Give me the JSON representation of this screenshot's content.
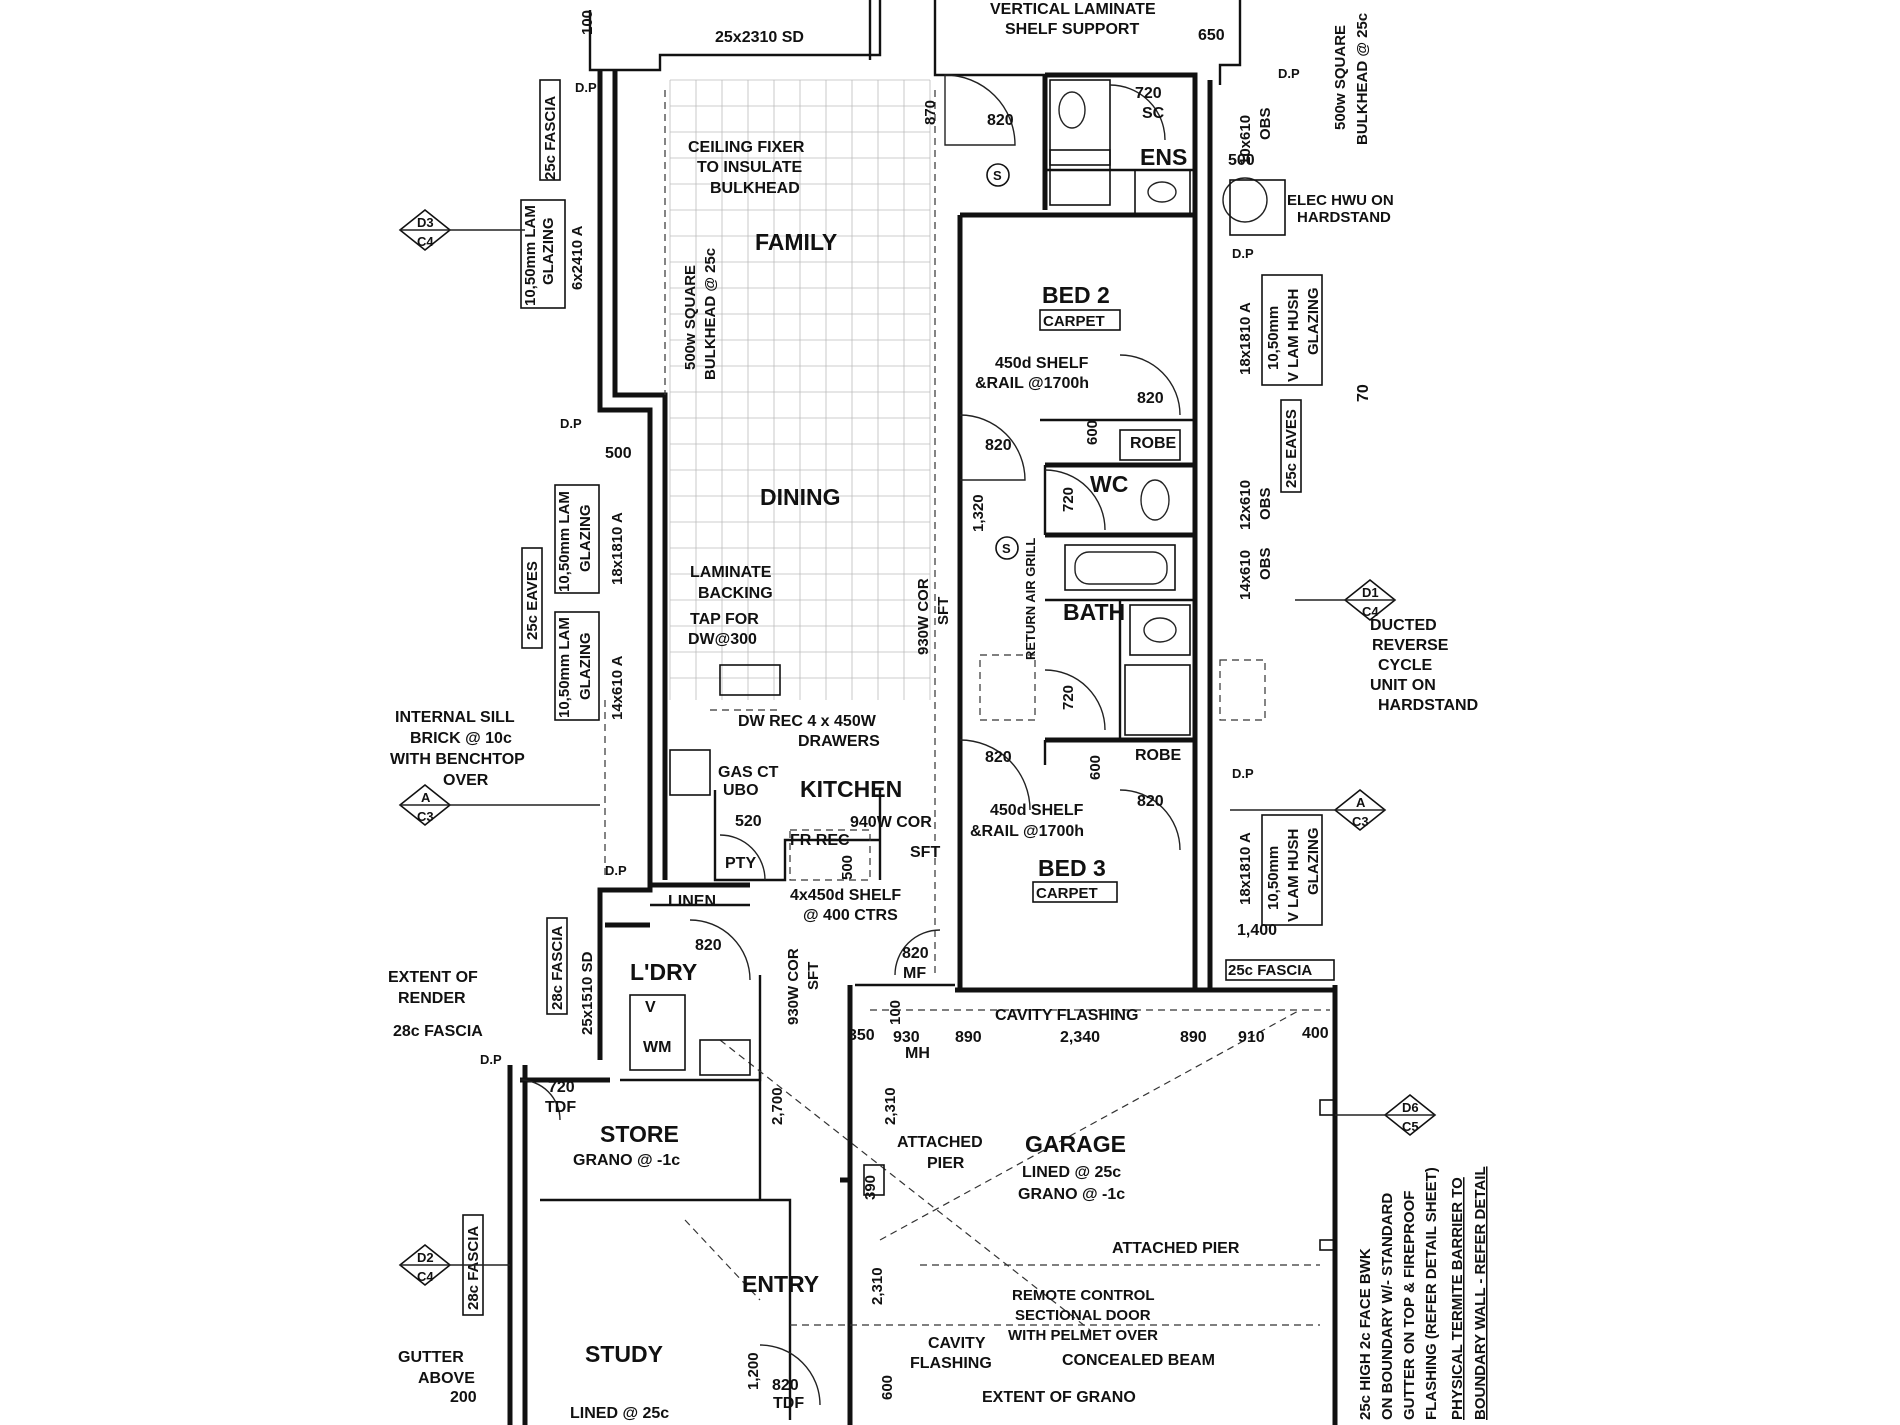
{
  "rooms": {
    "family": "FAMILY",
    "dining": "DINING",
    "kitchen": "KITCHEN",
    "bed2": "BED 2",
    "bed3": "BED 3",
    "ens": "ENS",
    "wc": "WC",
    "bath": "BATH",
    "laundry": "L'DRY",
    "store": "STORE",
    "garage": "GARAGE",
    "entry": "ENTRY",
    "study": "STUDY",
    "linen": "LINEN",
    "pty": "PTY",
    "robe1": "ROBE",
    "robe2": "ROBE"
  },
  "finishes": {
    "bed2_carpet": "CARPET",
    "bed3_carpet": "CARPET",
    "store_grano": "GRANO @ -1c",
    "garage_lined": "LINED @ 25c",
    "garage_grano": "GRANO @ -1c",
    "study_lined": "LINED @ 25c"
  },
  "notes": {
    "sd_top": "25x2310 SD",
    "vert_lam_1": "VERTICAL LAMINATE",
    "vert_lam_2": "SHELF SUPPORT",
    "ceiling_1": "CEILING FIXER",
    "ceiling_2": "TO INSULATE",
    "ceiling_3": "BULKHEAD",
    "bulkhead_left_1": "500w SQUARE",
    "bulkhead_left_2": "BULKHEAD @ 25c",
    "bulkhead_right_1": "500w SQUARE",
    "bulkhead_right_2": "BULKHEAD @ 25c",
    "elec_hwu_1": "ELEC HWU ON",
    "elec_hwu_2": "HARDSTAND",
    "shelf_rail_b2_1": "450d SHELF",
    "shelf_rail_b2_2": "&RAIL @1700h",
    "shelf_rail_b3_1": "450d SHELF",
    "shelf_rail_b3_2": "&RAIL @1700h",
    "laminate_1": "LAMINATE",
    "laminate_2": "BACKING",
    "tap_1": "TAP FOR",
    "tap_2": "DW@300",
    "dw_rec": "DW REC 4 x 450W",
    "drawers": "DRAWERS",
    "gas_ct": "GAS CT",
    "ubo": "UBO",
    "fr_rec": "FR REC",
    "cor_940_1": "940W COR",
    "cor_940_2": "SFT",
    "cor_930_1": "930W COR",
    "cor_930_2": "SFT",
    "cor_930b_1": "930W COR",
    "cor_930b_2": "SFT",
    "return_air": "RETURN AIR GRILL",
    "sill_1": "INTERNAL SILL",
    "sill_2": "BRICK @ 10c",
    "sill_3": "WITH BENCHTOP",
    "sill_4": "OVER",
    "ducted_1": "DUCTED",
    "ducted_2": "REVERSE",
    "ducted_3": "CYCLE",
    "ducted_4": "UNIT ON",
    "ducted_5": "HARDSTAND",
    "linen_shelf_1": "4x450d SHELF",
    "linen_shelf_2": "@ 400 CTRS",
    "extent_render_1": "EXTENT OF",
    "extent_render_2": "RENDER",
    "fascia_28c": "28c FASCIA",
    "cavity_flashing_top": "CAVITY FLASHING",
    "attached_pier_1": "ATTACHED",
    "attached_pier_2": "PIER",
    "attached_pier_right": "ATTACHED PIER",
    "remote_1": "REMOTE CONTROL",
    "remote_2": "SECTIONAL DOOR",
    "remote_3": "WITH PELMET OVER",
    "cavity_flashing_low_1": "CAVITY",
    "cavity_flashing_low_2": "FLASHING",
    "concealed_beam": "CONCEALED BEAM",
    "extent_grano": "EXTENT OF GRANO",
    "gutter_1": "GUTTER",
    "gutter_2": "ABOVE",
    "gutter_3": "200",
    "bwk_1": "25c HIGH 2c FACE BWK",
    "bwk_2": "ON BOUNDARY W/- STANDARD",
    "bwk_3": "GUTTER ON TOP & FIREPROOF",
    "bwk_4": "FLASHING (REFER DETAIL SHEET)",
    "termite_1": "PHYSICAL TERMITE BARRIER TO",
    "termite_2": "BOUNDARY WALL - REFER DETAIL",
    "eaves_25c_left": "25c EAVES",
    "eaves_25c_right": "25c EAVES",
    "fascia_25c_left": "25c FASCIA",
    "fascia_25c_br": "25c FASCIA",
    "fascia_28c_left": "28c FASCIA",
    "fascia_28c_low": "28c FASCIA",
    "sd_1510": "25x1510 SD",
    "obs_720sc": "720",
    "sc": "SC",
    "mf": "MF",
    "mh": "MH",
    "tdf_1": "TDF",
    "tdf_2": "TDF",
    "s1": "S",
    "s2": "S",
    "v": "V",
    "wm": "WM",
    "dp": "D.P",
    "n70": "70",
    "w100": "100"
  },
  "windows": {
    "left_top_1": "10,50mm LAM",
    "left_top_2": "GLAZING",
    "left_top_3": "6x2410 A",
    "left_mid_1": "10,50mm LAM",
    "left_mid_2": "GLAZING",
    "left_mid_3": "18x1810 A",
    "left_low_1": "10,50mm LAM",
    "left_low_2": "GLAZING",
    "left_low_3": "14x610 A",
    "right_top_1": "10,50mm",
    "right_top_2": "V LAM HUSH",
    "right_top_3": "GLAZING",
    "right_top_4": "18x1810 A",
    "right_bot_1": "10,50mm",
    "right_bot_2": "V LAM HUSH",
    "right_bot_3": "GLAZING",
    "right_bot_4": "18x1810 A",
    "obs_ens": "10x610",
    "obs_ens_2": "OBS",
    "obs_wc": "12x610",
    "obs_wc_2": "OBS",
    "obs_bath": "14x610",
    "obs_bath_2": "OBS"
  },
  "dimensions": {
    "d820_family": "820",
    "d870": "870",
    "d720_ens": "720",
    "d650": "650",
    "d500_ens": "500",
    "d820_robe2": "820",
    "d600_robe2": "600",
    "d820_bed2": "820",
    "d1320": "1,320",
    "d720_wc": "720",
    "d720_bath": "720",
    "d820_bed3": "820",
    "d600_robe3": "600",
    "d820_robe3": "820",
    "d500_left": "500",
    "d520": "520",
    "d500_pty": "500",
    "d820_ldry": "820",
    "d820_mf": "820",
    "d100": "100",
    "d1400": "1,400",
    "d350": "350",
    "d930": "930",
    "d890": "890",
    "d2340": "2,340",
    "d890b": "890",
    "d910": "910",
    "d400": "400",
    "d2700": "2,700",
    "d2310": "2,310",
    "d390": "390",
    "d2310b": "2,310",
    "d600_gar": "600",
    "d720_tdf": "720",
    "d1200": "1,200",
    "d820_study": "820"
  },
  "section_markers": {
    "d3_top": "D3",
    "d3_bot": "C4",
    "d1_top": "D1",
    "d1_bot": "C4",
    "a_left_top": "A",
    "a_left_bot": "C3",
    "a_right_top": "A",
    "a_right_bot": "C3",
    "d6_top": "D6",
    "d6_bot": "C5",
    "d2_top": "D2",
    "d2_bot": "C4"
  }
}
